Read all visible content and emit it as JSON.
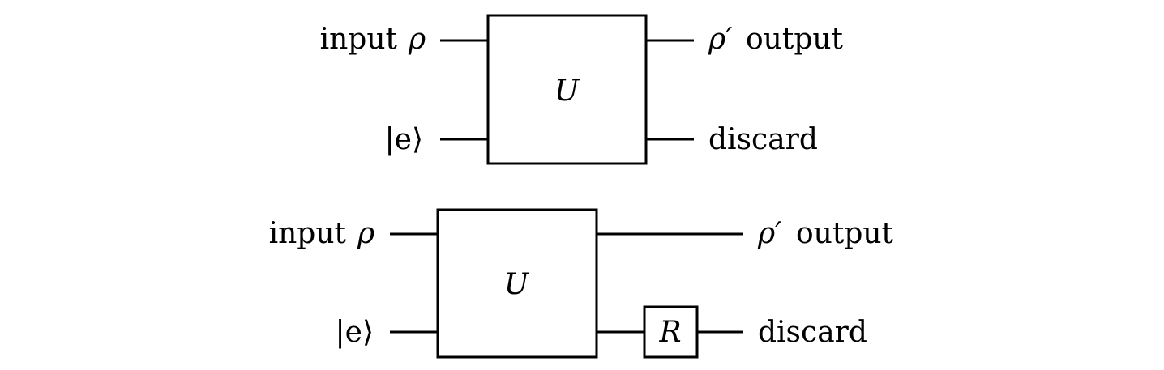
{
  "circuit_top": {
    "input_label": "input",
    "input_symbol": "ρ",
    "environment_label": "|e⟩",
    "gate_label": "U",
    "output_symbol": "ρ′",
    "output_label": "output",
    "discard_label": "discard"
  },
  "circuit_bottom": {
    "input_label": "input",
    "input_symbol": "ρ",
    "environment_label": "|e⟩",
    "gate_label": "U",
    "recovery_gate_label": "R",
    "output_symbol": "ρ′",
    "output_label": "output",
    "discard_label": "discard"
  }
}
